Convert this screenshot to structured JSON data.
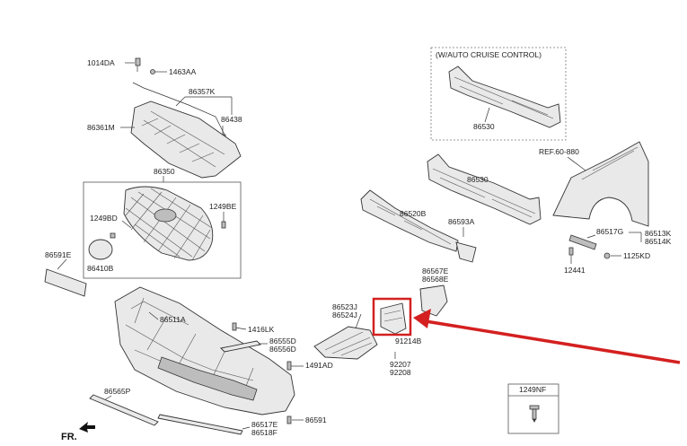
{
  "labels": {
    "p1014DA": "1014DA",
    "p1463AA": "1463AA",
    "p86357K": "86357K",
    "p86438": "86438",
    "p86361M": "86361M",
    "p86350": "86350",
    "p1249BD": "1249BD",
    "p1249BE": "1249BE",
    "p86410B": "86410B",
    "p86591E": "86591E",
    "p86511A": "86511A",
    "p1416LK": "1416LK",
    "p86555D": "86555D",
    "p86556D": "86556D",
    "p1491AD": "1491AD",
    "p86565P": "86565P",
    "p86517E": "86517E",
    "p86518F": "86518F",
    "p86591": "86591",
    "cruise_title": "(W/AUTO CRUISE CONTROL)",
    "p86530_top": "86530",
    "p86530": "86530",
    "p86520B": "86520B",
    "p86593A": "86593A",
    "p86567E": "86567E",
    "p86568E": "86568E",
    "p86523J": "86523J",
    "p86524J": "86524J",
    "p91214B": "91214B",
    "p92207": "92207",
    "p92208": "92208",
    "ref": "REF.60-880",
    "p86517G": "86517G",
    "p86513K": "86513K",
    "p86514K": "86514K",
    "p12441": "12441",
    "p1125KD": "1125KD",
    "p1249NF": "1249NF",
    "fr": "FR."
  },
  "colors": {
    "highlight": "#d42020",
    "line": "#333333",
    "part_fill": "#e9e9e9"
  },
  "icons": {
    "fr_arrow": "arrow-icon",
    "bolt": "bolt-icon"
  }
}
